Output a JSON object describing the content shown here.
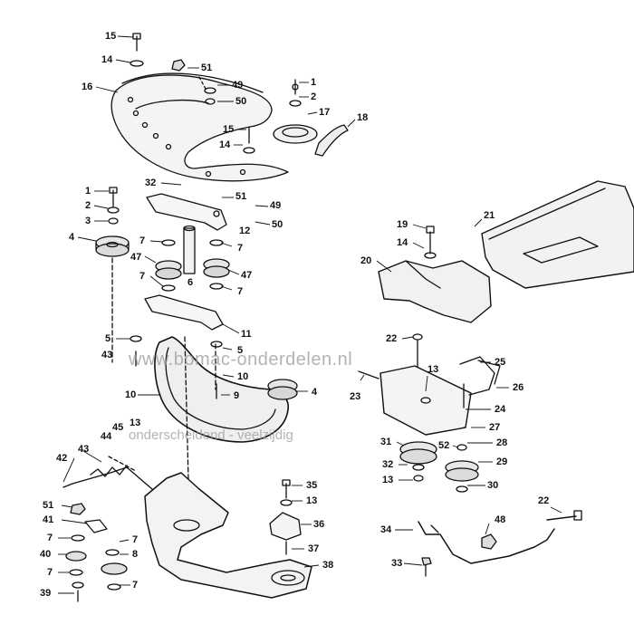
{
  "watermark": {
    "site": "www.bomac-onderdelen.nl",
    "slogan": "onderscheidend - veelzijdig"
  },
  "callouts": {
    "c15a": "15",
    "c14a": "14",
    "c16": "16",
    "c51a": "51",
    "c49a": "49",
    "c50a": "50",
    "c1a": "1",
    "c2a": "2",
    "c17": "17",
    "c18": "18",
    "c15b": "15",
    "c14b": "14",
    "c32a": "32",
    "c51b": "51",
    "c49b": "49",
    "c50b": "50",
    "c12": "12",
    "c1b": "1",
    "c2b": "2",
    "c3": "3",
    "c4a": "4",
    "c7a": "7",
    "c7b": "7",
    "c47a": "47",
    "c6": "6",
    "c47b": "47",
    "c7c": "7",
    "c7d": "7",
    "c11": "11",
    "c5a": "5",
    "c43a": "43",
    "c5b": "5",
    "c10a": "10",
    "c10b": "10",
    "c9": "9",
    "c4b": "4",
    "c13a": "13",
    "c45": "45",
    "c44": "44",
    "c42": "42",
    "c43b": "43",
    "c51c": "51",
    "c41": "41",
    "c7e": "7",
    "c40": "40",
    "c7f": "7",
    "c8": "8",
    "c7g": "7",
    "c7h": "7",
    "c39": "39",
    "c35": "35",
    "c13b": "13",
    "c36": "36",
    "c37": "37",
    "c38": "38",
    "c21": "21",
    "c19": "19",
    "c14c": "14",
    "c20": "20",
    "c22a": "22",
    "c25": "25",
    "c23": "23",
    "c13c": "13",
    "c26": "26",
    "c24": "24",
    "c27": "27",
    "c31": "31",
    "c52": "52",
    "c28": "28",
    "c32b": "32",
    "c29": "29",
    "c13d": "13",
    "c30": "30",
    "c22b": "22",
    "c34": "34",
    "c48": "48",
    "c33": "33"
  }
}
